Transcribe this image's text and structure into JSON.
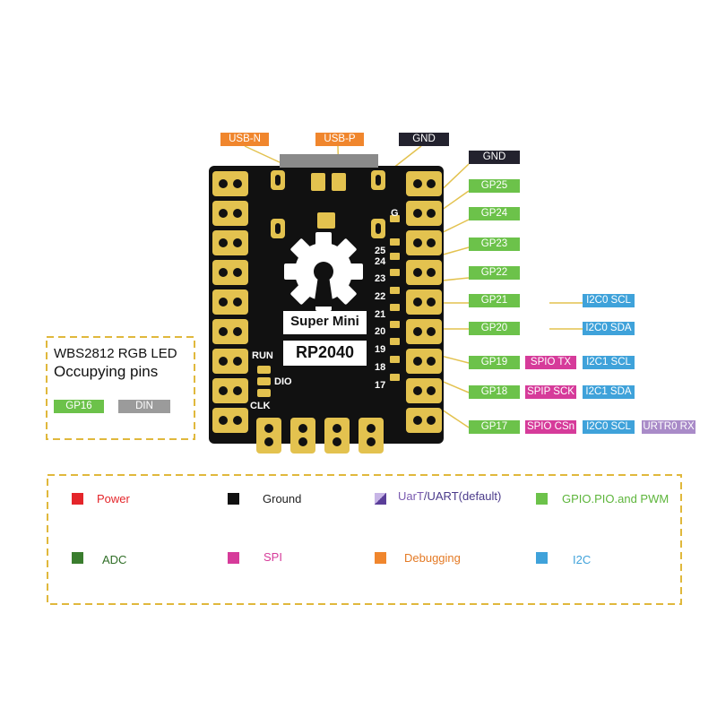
{
  "board": {
    "title_line1": "Super Mini",
    "title_line2": "RP2040",
    "pad_labels": {
      "run": "RUN",
      "dio": "DIO",
      "clk": "CLK"
    },
    "right_numbers": [
      "G",
      "25",
      "24",
      "23",
      "22",
      "21",
      "20",
      "19",
      "18",
      "17"
    ]
  },
  "top_labels": [
    {
      "text": "USB-N",
      "color": "#F0862D"
    },
    {
      "text": "USB-P",
      "color": "#F0862D"
    },
    {
      "text": "GND",
      "color": "#23222E"
    }
  ],
  "pin_rows": [
    {
      "pin": "GND",
      "pin_color": "#23222E",
      "extras": []
    },
    {
      "pin": "GP25",
      "pin_color": "#6CC24A",
      "extras": []
    },
    {
      "pin": "GP24",
      "pin_color": "#6CC24A",
      "extras": []
    },
    {
      "pin": "GP23",
      "pin_color": "#6CC24A",
      "extras": []
    },
    {
      "pin": "GP22",
      "pin_color": "#6CC24A",
      "extras": []
    },
    {
      "pin": "GP21",
      "pin_color": "#6CC24A",
      "extras": [
        {
          "text": "I2C0 SCL",
          "color": "#3FA2DA"
        }
      ]
    },
    {
      "pin": "GP20",
      "pin_color": "#6CC24A",
      "extras": [
        {
          "text": "I2C0 SDA",
          "color": "#3FA2DA"
        }
      ]
    },
    {
      "pin": "GP19",
      "pin_color": "#6CC24A",
      "extras": [
        {
          "text": "SPIO TX",
          "color": "#D63B9A"
        },
        {
          "text": "I2C1 SCL",
          "color": "#3FA2DA"
        }
      ]
    },
    {
      "pin": "GP18",
      "pin_color": "#6CC24A",
      "extras": [
        {
          "text": "SPIP SCK",
          "color": "#D63B9A"
        },
        {
          "text": "I2C1 SDA",
          "color": "#3FA2DA"
        }
      ]
    },
    {
      "pin": "GP17",
      "pin_color": "#6CC24A",
      "extras": [
        {
          "text": "SPIO CSn",
          "color": "#D63B9A"
        },
        {
          "text": "I2C0 SCL",
          "color": "#3FA2DA"
        },
        {
          "text": "URTR0 RX",
          "color": "#A98BC8"
        }
      ]
    }
  ],
  "led_box": {
    "line1": "WBS2812 RGB LED",
    "line2": "Occupying pins",
    "pin": {
      "text": "GP16",
      "color": "#6CC24A"
    },
    "signal": {
      "text": "DIN",
      "color": "#9B9B9B"
    }
  },
  "legend": [
    {
      "text": "Power",
      "color": "#E4252A"
    },
    {
      "text": "Ground",
      "color": "#111111",
      "text_color": "#222222"
    },
    {
      "text_a": "UarT",
      "text_b": "/UART(default)",
      "color": "#7A5BB0",
      "color_a": "#7A5BB0",
      "color_b": "#4A3A8A"
    },
    {
      "text": "GPIO.PIO.and PWM",
      "color": "#6CC24A"
    },
    {
      "text": "ADC",
      "color": "#3A7D2E",
      "text_color": "#2F6E26"
    },
    {
      "text": "SPI",
      "color": "#D63B9A"
    },
    {
      "text": "Debugging",
      "color": "#F0862D"
    },
    {
      "text": "I2C",
      "color": "#3FA2DA"
    }
  ],
  "colors": {
    "gold": "#E3C24F",
    "dash": "#E0B83C",
    "board": "#111111"
  }
}
